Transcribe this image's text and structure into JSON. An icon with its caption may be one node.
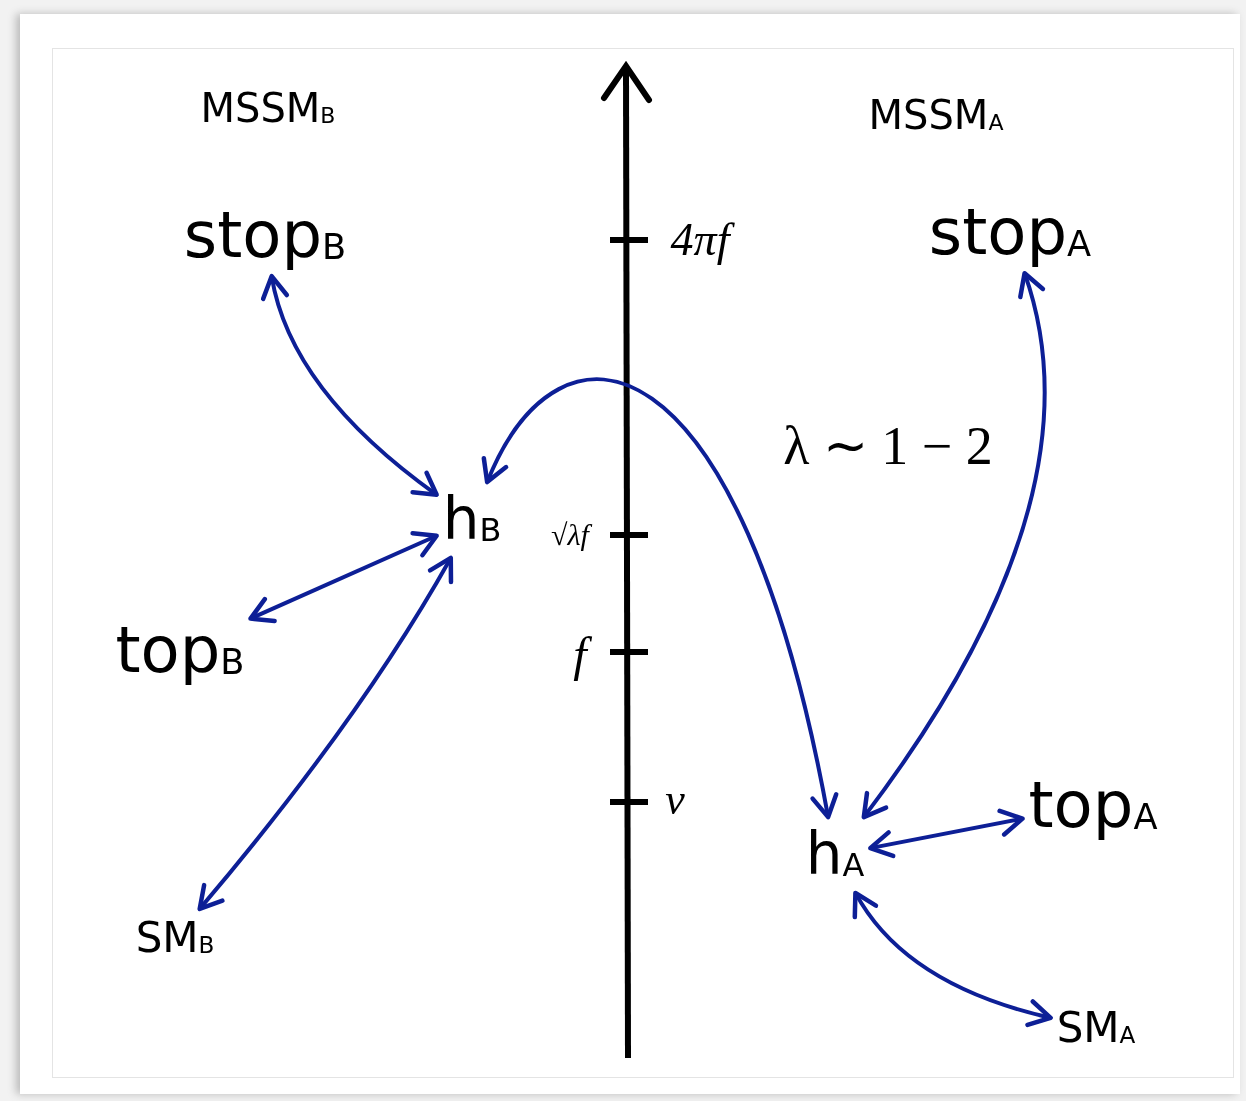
{
  "diagram": {
    "nodes": [
      {
        "text": [
          "stop$_{B}$"
        ]
      },
      {
        "text": [
          "h$_{B}$"
        ]
      },
      {
        "text": [
          "top$_{B}$"
        ]
      },
      {
        "text": [
          "SM$_{B}$"
        ]
      },
      {
        "text": [
          "stop$_{A}$"
        ]
      },
      {
        "text": [
          "h$_{A}$"
        ]
      },
      {
        "text": [
          "top$_{A}$"
        ]
      },
      {
        "text": [
          "SM$_{A}$"
        ]
      }
    ],
    "edges": [
      {
        "from": 0,
        "to": 1,
        "arrow": "both"
      },
      {
        "from": 2,
        "to": 1,
        "arrow": "both"
      },
      {
        "from": 3,
        "to": 1,
        "arrow": "both"
      },
      {
        "from": 5,
        "to": 1,
        "arrow": "both",
        "label": "λ ∼ 1 − 2"
      },
      {
        "from": 4,
        "to": 5,
        "arrow": "both"
      },
      {
        "from": 6,
        "to": 5,
        "arrow": "both"
      },
      {
        "from": 7,
        "to": 5,
        "arrow": "both"
      }
    ],
    "labels": [
      "MSSM$_{B}$",
      "MSSM$_{A}$",
      "4πf",
      "√λf",
      "f",
      "v"
    ]
  }
}
